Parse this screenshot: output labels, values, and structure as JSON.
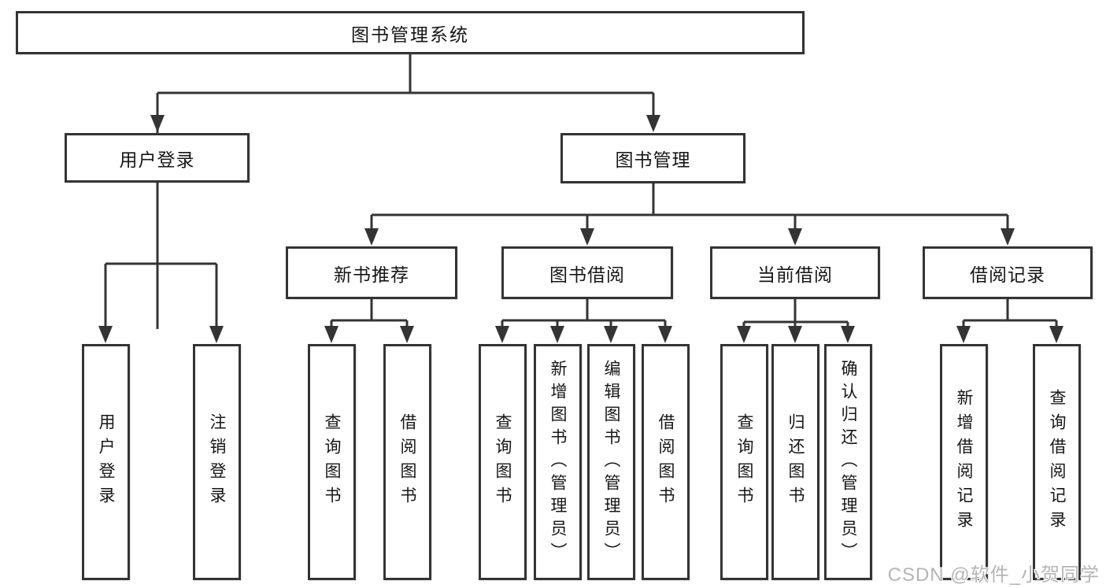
{
  "diagram_title": "图书管理系统",
  "colors": {
    "background": "#ffffff",
    "line": "#343434",
    "box_border": "#343434",
    "text": "#161616",
    "watermark": "#b5b5b5"
  },
  "nodes": {
    "root": "图书管理系统",
    "l2": [
      "用户登录",
      "图书管理"
    ],
    "l3": [
      "新书推荐",
      "图书借阅",
      "当前借阅",
      "借阅记录"
    ],
    "leaves": [
      "用户登录",
      "注销登录",
      "查询图书",
      "借阅图书",
      "查询图书",
      "新增图书（管理员）",
      "编辑图书（管理员）",
      "借阅图书",
      "查询图书",
      "归还图书",
      "确认归还（管理员）",
      "新增借阅记录",
      "查询借阅记录"
    ]
  },
  "hierarchy": {
    "图书管理系统": [
      "用户登录",
      "图书管理"
    ],
    "用户登录": [
      "用户登录",
      "注销登录"
    ],
    "图书管理": [
      "新书推荐",
      "图书借阅",
      "当前借阅",
      "借阅记录"
    ],
    "新书推荐": [
      "查询图书",
      "借阅图书"
    ],
    "图书借阅": [
      "查询图书",
      "新增图书（管理员）",
      "编辑图书（管理员）",
      "借阅图书"
    ],
    "当前借阅": [
      "查询图书",
      "归还图书",
      "确认归还（管理员）"
    ],
    "借阅记录": [
      "新增借阅记录",
      "查询借阅记录"
    ]
  },
  "watermark": "CSDN @软件_小贺同学"
}
